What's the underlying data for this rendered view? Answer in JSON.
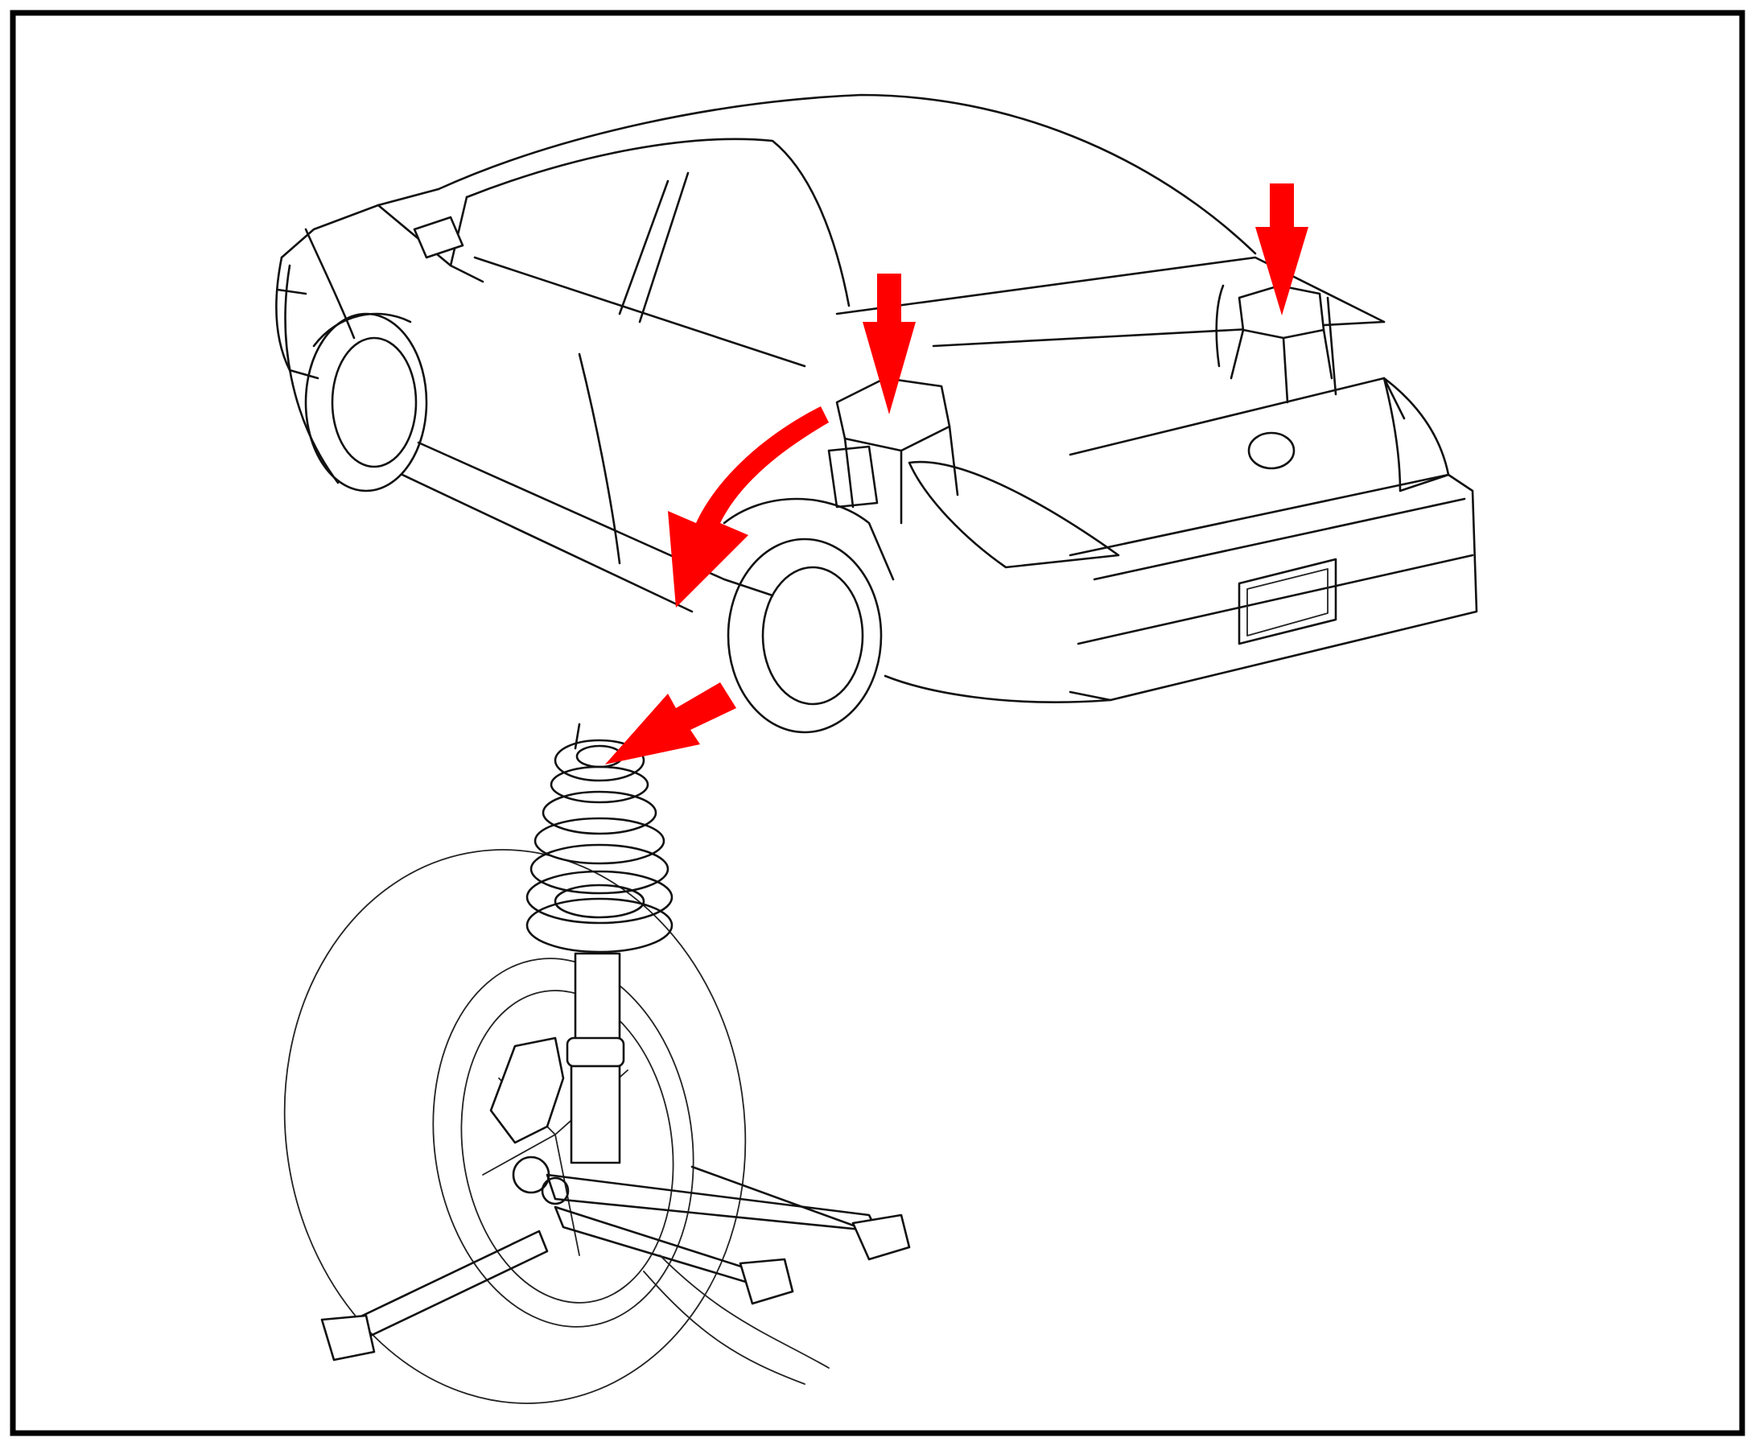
{
  "figure": {
    "caption": "",
    "subject": "rear-strut-mount-location",
    "colors": {
      "background": "#ffffff",
      "frame": "#000000",
      "line_art": "#111111",
      "callout_arrows": "#ff0000"
    },
    "callouts": [
      {
        "id": "left-strut-mount-arrow",
        "icon": "down-arrow"
      },
      {
        "id": "right-strut-mount-arrow",
        "icon": "down-arrow"
      },
      {
        "id": "remove-strut-curved-arrow",
        "icon": "curved-arrow"
      },
      {
        "id": "strut-top-nut-arrow",
        "icon": "diagonal-arrow"
      }
    ],
    "parts": [
      "car-body",
      "rear-strut-assembly",
      "coil-spring",
      "shock-absorber",
      "rear-wheel",
      "suspension-arms"
    ]
  }
}
